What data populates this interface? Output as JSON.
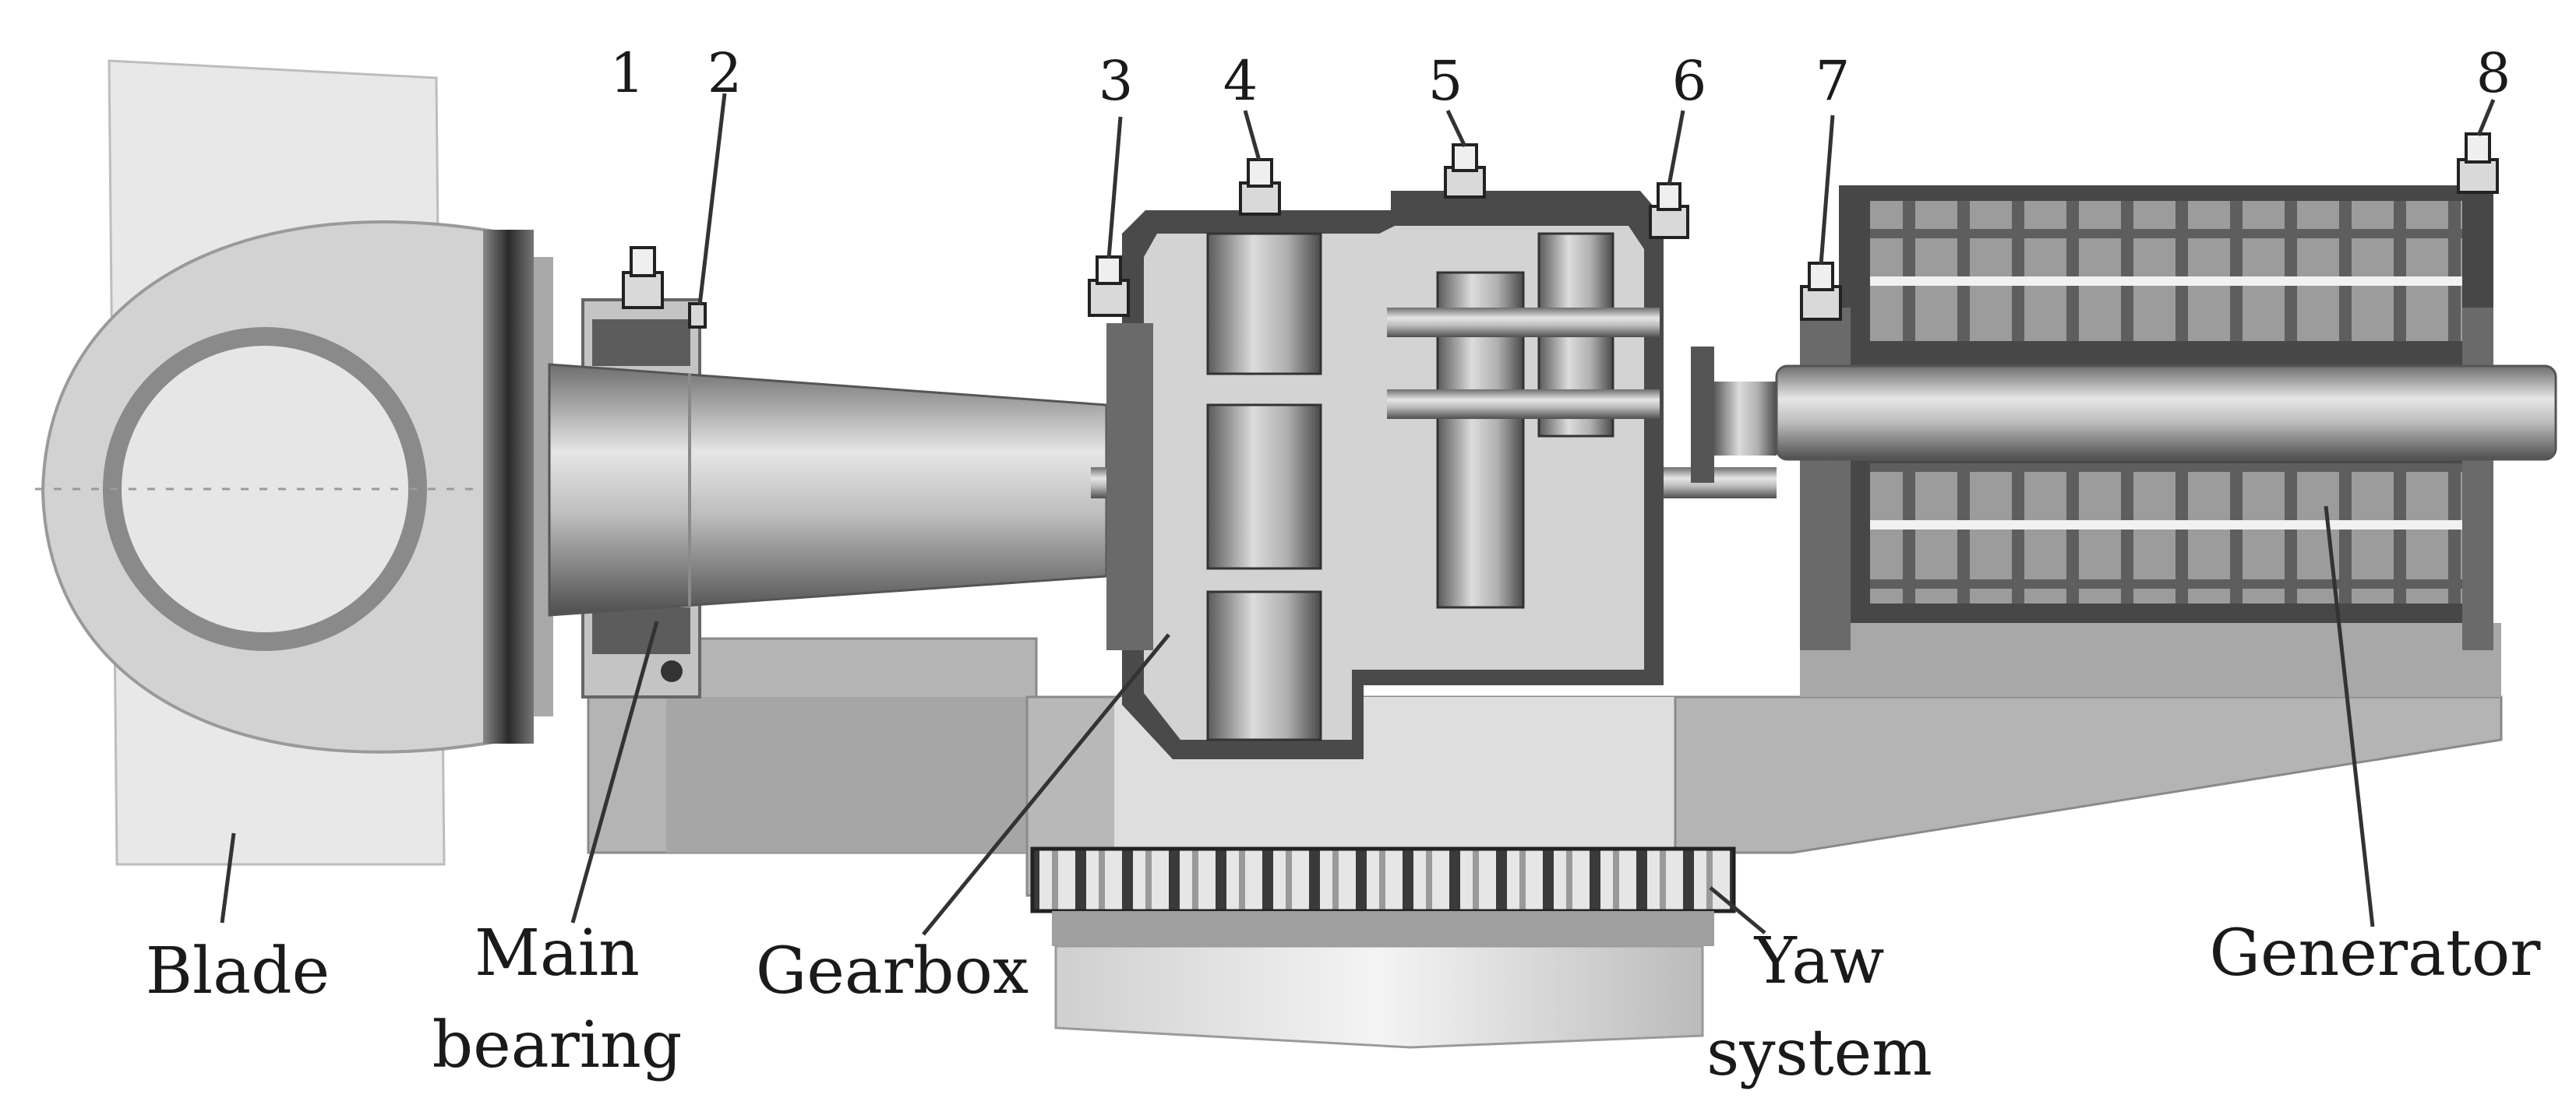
{
  "figure": {
    "sensor_labels": [
      "1",
      "2",
      "3",
      "4",
      "5",
      "6",
      "7",
      "8"
    ],
    "components": {
      "blade": "Blade",
      "main_bearing_line1": "Main",
      "main_bearing_line2": "bearing",
      "gearbox": "Gearbox",
      "yaw_line1": "Yaw",
      "yaw_line2": "system",
      "generator": "Generator"
    }
  }
}
